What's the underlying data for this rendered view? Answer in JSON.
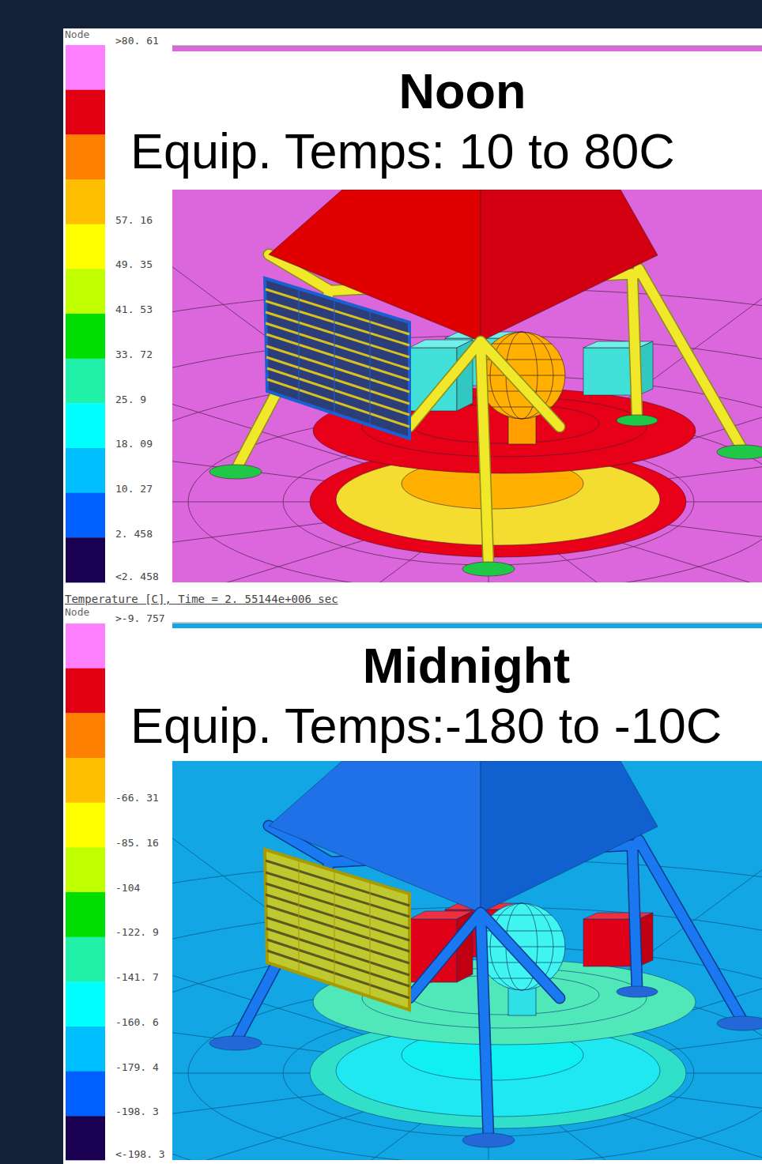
{
  "diagram": {
    "labels": [
      "Node",
      ">80. 61",
      "Noon",
      "Equip. Temps: 10 to 80C",
      "57. 16",
      "49. 35",
      "41. 53",
      "33. 72",
      "25. 9",
      "18. 09",
      "10. 27",
      "2. 458",
      "<2. 458",
      "Temperature [C], Time = 2. 55144e+006 sec",
      "Node",
      ">-9. 757",
      "Midnight",
      "Equip. Temps:-180 to -10C",
      "-66. 31",
      "-85. 16",
      "-104",
      "-122. 9",
      "-141. 7",
      "-160. 6",
      "-179. 4",
      "-198. 3",
      "<-198. 3"
    ]
  }
}
